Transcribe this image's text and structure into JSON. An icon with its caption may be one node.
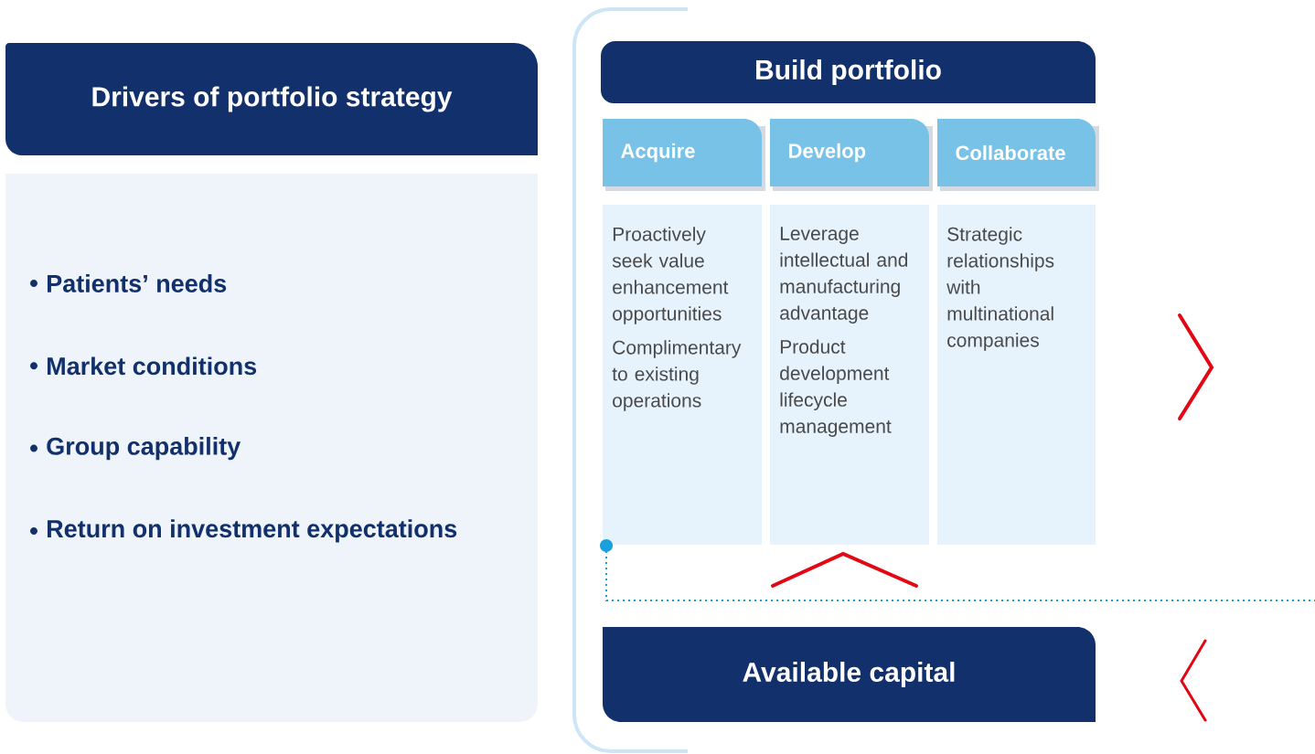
{
  "diagram": {
    "nodes": [
      {
        "text": [
          "Drivers of portfolio strategy"
        ]
      },
      {
        "text": [
          "Patients’ needs",
          "Market conditions",
          "Group capability",
          "Return on investment expectations"
        ]
      },
      {
        "text": [
          "Build portfolio"
        ]
      },
      {
        "text": [
          "Acquire"
        ]
      },
      {
        "text": [
          "Develop"
        ]
      },
      {
        "text": [
          "Collaborate"
        ]
      },
      {
        "text": [
          "Proactively seek value enhancement opportunities",
          "Complimentary to existing operations"
        ]
      },
      {
        "text": [
          "Leverage intellectual and manufacturing advantage",
          "Product development lifecycle management"
        ]
      },
      {
        "text": [
          "Strategic relationships with multinational companies"
        ]
      },
      {
        "text": [
          "Available capital"
        ]
      }
    ]
  }
}
